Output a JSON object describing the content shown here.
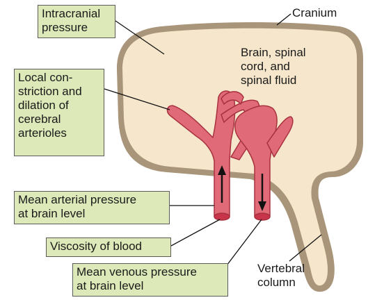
{
  "labels": {
    "intracranial_pressure": "Intracranial\npressure",
    "cranium": "Cranium",
    "brain": "Brain, spinal\ncord, and\nspinal fluid",
    "local_constriction": "Local con-\nstriction and\ndilation of\ncerebral\narterioles",
    "mean_arterial": "Mean arterial pressure\nat brain level",
    "viscosity": "Viscosity of blood",
    "mean_venous": "Mean venous pressure\nat brain level",
    "vertebral_column": "Vertebral\ncolumn"
  },
  "colors": {
    "cranium_wall": "#a8957a",
    "brain_fill": "#f6e7cc",
    "vessel_fill": "#e06a78",
    "vessel_stroke": "#a8313f",
    "box_fill": "#dde9b8"
  }
}
